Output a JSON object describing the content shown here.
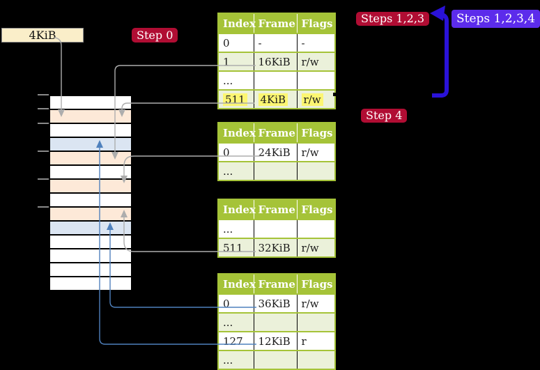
{
  "frame_size_label": "4KiB",
  "badges": {
    "step0": "Step 0",
    "steps123": "Steps 1,2,3",
    "steps1234": "Steps 1,2,3,4",
    "step4": "Step 4"
  },
  "colors": {
    "badge_red": "#b00d33",
    "badge_purple": "#5c2ceb",
    "big_arrow_blue": "#2a12d8",
    "connector_gray": "#adadad",
    "connector_blue": "#4f81bd",
    "table_green": "#a5c338",
    "table_row_green": "#ebf1da",
    "stack_peach": "#fde9d8",
    "stack_blue": "#dbe5f2",
    "highlight_yellow": "#fcf672",
    "label_wheat": "#faeec9"
  },
  "memory_stack": {
    "rows": [
      "white",
      "peach",
      "white",
      "blue",
      "peach",
      "white",
      "peach",
      "white",
      "peach",
      "blue",
      "white",
      "white",
      "white",
      "white"
    ]
  },
  "tables": [
    {
      "columns": [
        "Index",
        "Frame",
        "Flags"
      ],
      "rows": [
        {
          "cells": [
            "0",
            "-",
            "-"
          ],
          "shaded": false,
          "highlighted": false
        },
        {
          "cells": [
            "1",
            "16KiB",
            "r/w"
          ],
          "shaded": true,
          "highlighted": false
        },
        {
          "cells": [
            "...",
            "",
            ""
          ],
          "shaded": false,
          "highlighted": false
        },
        {
          "cells": [
            "511",
            "4KiB",
            "r/w"
          ],
          "shaded": true,
          "highlighted": true
        }
      ]
    },
    {
      "columns": [
        "Index",
        "Frame",
        "Flags"
      ],
      "rows": [
        {
          "cells": [
            "0",
            "24KiB",
            "r/w"
          ],
          "shaded": false,
          "highlighted": false
        },
        {
          "cells": [
            "...",
            "",
            ""
          ],
          "shaded": true,
          "highlighted": false
        }
      ]
    },
    {
      "columns": [
        "Index",
        "Frame",
        "Flags"
      ],
      "rows": [
        {
          "cells": [
            "...",
            "",
            ""
          ],
          "shaded": false,
          "highlighted": false
        },
        {
          "cells": [
            "511",
            "32KiB",
            "r/w"
          ],
          "shaded": true,
          "highlighted": false
        }
      ]
    },
    {
      "columns": [
        "Index",
        "Frame",
        "Flags"
      ],
      "rows": [
        {
          "cells": [
            "0",
            "36KiB",
            "r/w"
          ],
          "shaded": false,
          "highlighted": false
        },
        {
          "cells": [
            "...",
            "",
            ""
          ],
          "shaded": true,
          "highlighted": false
        },
        {
          "cells": [
            "127",
            "12KiB",
            "r"
          ],
          "shaded": false,
          "highlighted": false
        },
        {
          "cells": [
            "...",
            "",
            ""
          ],
          "shaded": true,
          "highlighted": false
        }
      ]
    }
  ]
}
